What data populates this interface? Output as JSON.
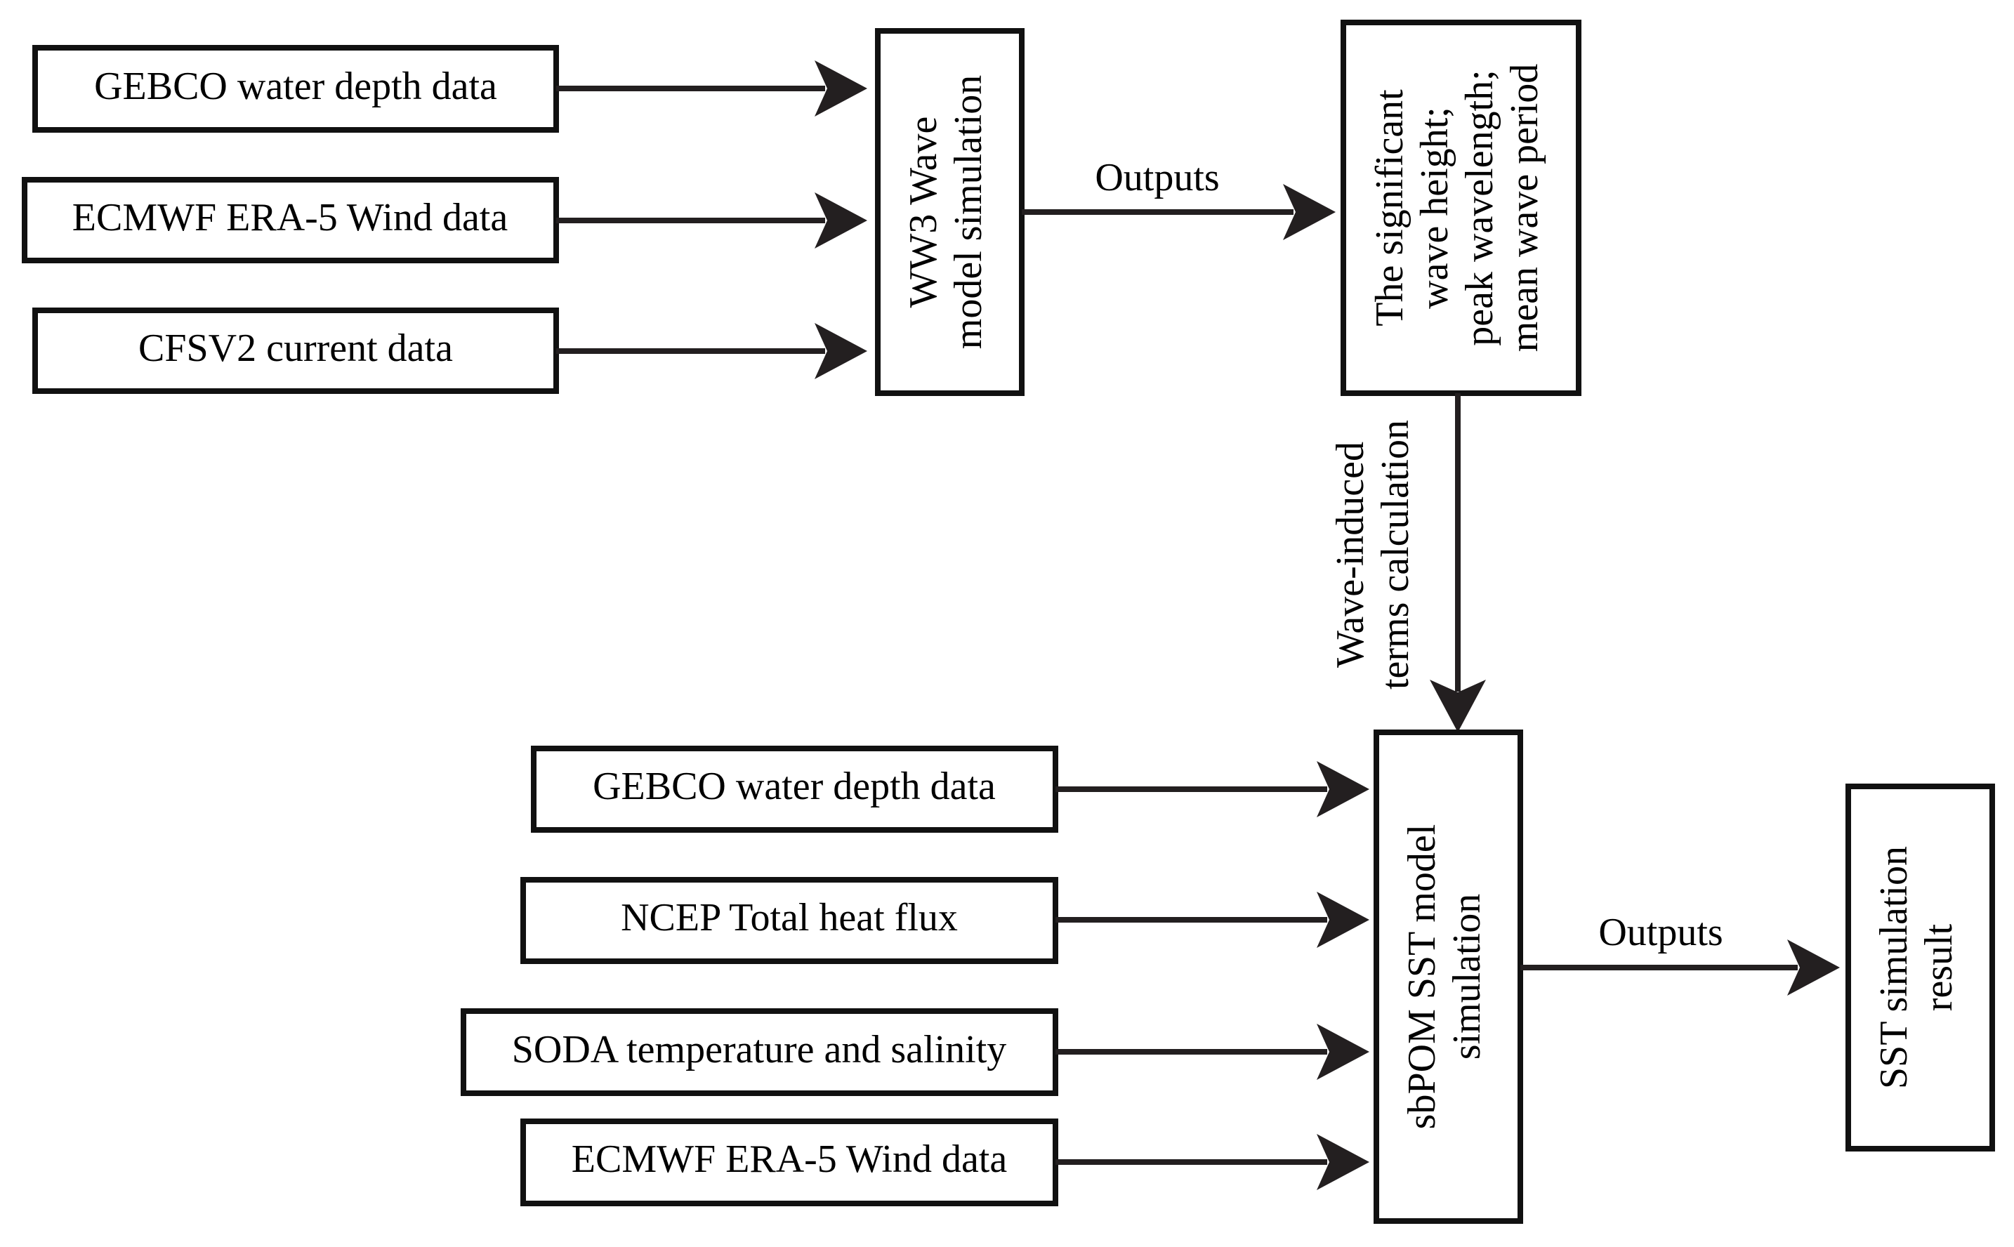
{
  "diagram": {
    "wave_inputs": [
      "GEBCO water depth data",
      "ECMWF ERA-5 Wind data",
      "CFSV2 current data"
    ],
    "ww3_box": [
      "WW3 Wave",
      "model simulation"
    ],
    "outputs_label_top": "Outputs",
    "wave_params_box": [
      "The significant",
      "wave height;",
      "peak wavelength;",
      "mean wave period"
    ],
    "wave_induced_label": [
      "Wave-induced",
      "terms calculation"
    ],
    "sst_inputs": [
      "GEBCO water depth data",
      "NCEP Total heat flux",
      "SODA temperature and salinity",
      "ECMWF ERA-5 Wind data"
    ],
    "sbpom_box": [
      "sbPOM SST model",
      "simulation"
    ],
    "outputs_label_bottom": "Outputs",
    "result_box": [
      "SST simulation",
      "result"
    ]
  }
}
